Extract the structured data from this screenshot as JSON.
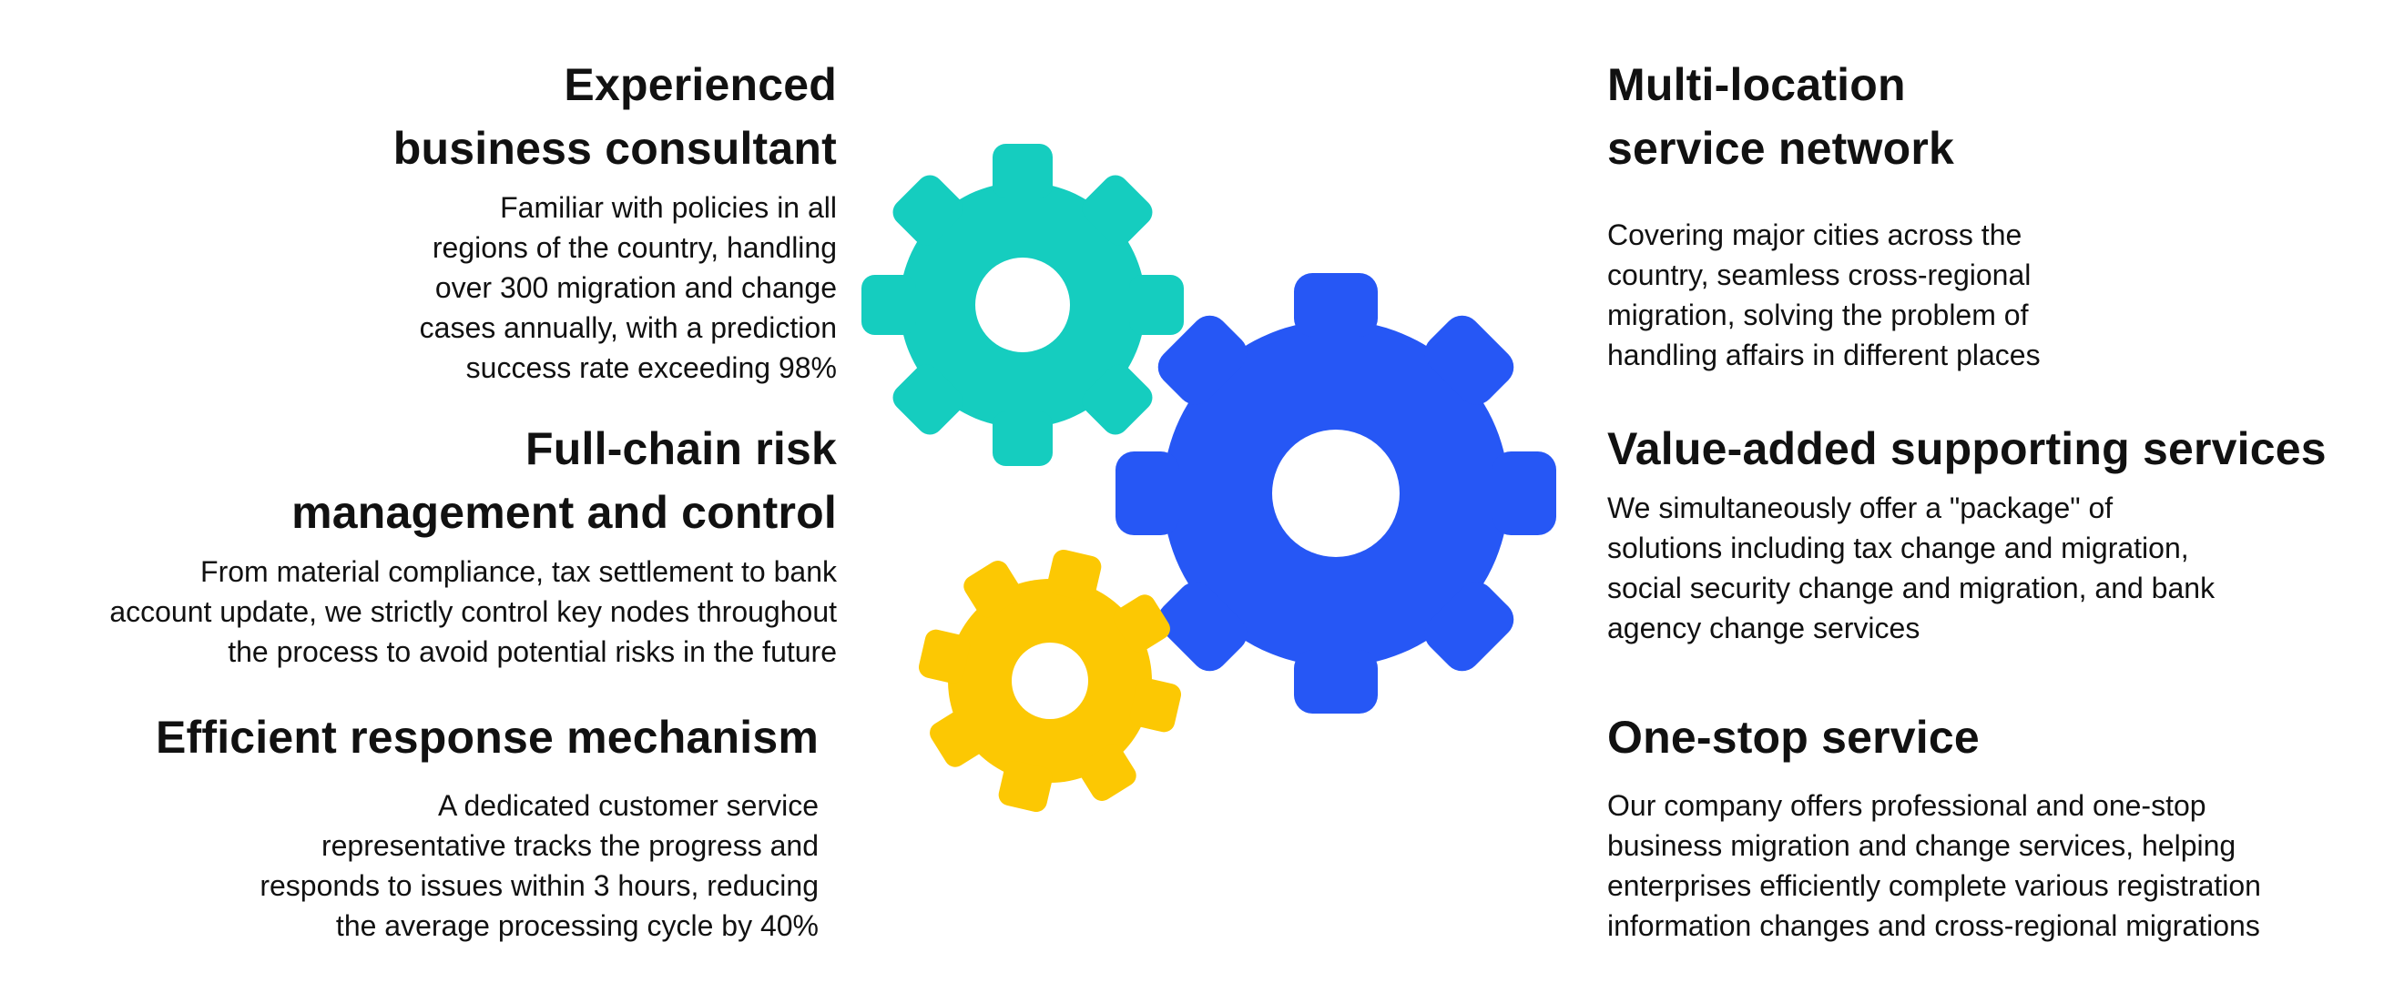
{
  "colors": {
    "teal_gear": "#15CDBF",
    "blue_gear": "#2657F5",
    "yellow_gear": "#FCC803",
    "text": "#111111",
    "background": "#FFFFFF"
  },
  "left": {
    "consultant": {
      "title": "Experienced\nbusiness consultant",
      "desc": "Familiar with policies in all\nregions of the country, handling\nover 300 migration and change\ncases annually, with a prediction\nsuccess rate exceeding 98%"
    },
    "risk": {
      "title": "Full-chain risk\nmanagement and control",
      "desc": "From material compliance, tax settlement to bank\naccount update, we strictly control key nodes throughout\nthe process to avoid potential risks in the future"
    },
    "response": {
      "title": "Efficient response mechanism",
      "desc": "A dedicated customer service\nrepresentative tracks the progress and\nresponds to issues within 3 hours, reducing\nthe average processing cycle by 40%"
    }
  },
  "right": {
    "network": {
      "title": "Multi-location\nservice network",
      "desc": "Covering major cities across the\ncountry, seamless cross-regional\nmigration, solving the problem of\nhandling affairs in different places"
    },
    "value": {
      "title": "Value-added supporting services",
      "desc": "We simultaneously offer a \"package\" of\nsolutions including tax change and migration,\nsocial security change and migration, and bank\n agency change services"
    },
    "onestop": {
      "title": "One-stop service",
      "desc": "Our company offers professional and one-stop\nbusiness migration and change services, helping\nenterprises efficiently complete various registration\ninformation changes and cross-regional migrations"
    }
  },
  "gears": {
    "teal": {
      "icon": "gear-icon",
      "color": "#15CDBF"
    },
    "blue": {
      "icon": "gear-icon",
      "color": "#2657F5"
    },
    "yellow": {
      "icon": "gear-icon",
      "color": "#FCC803"
    }
  }
}
